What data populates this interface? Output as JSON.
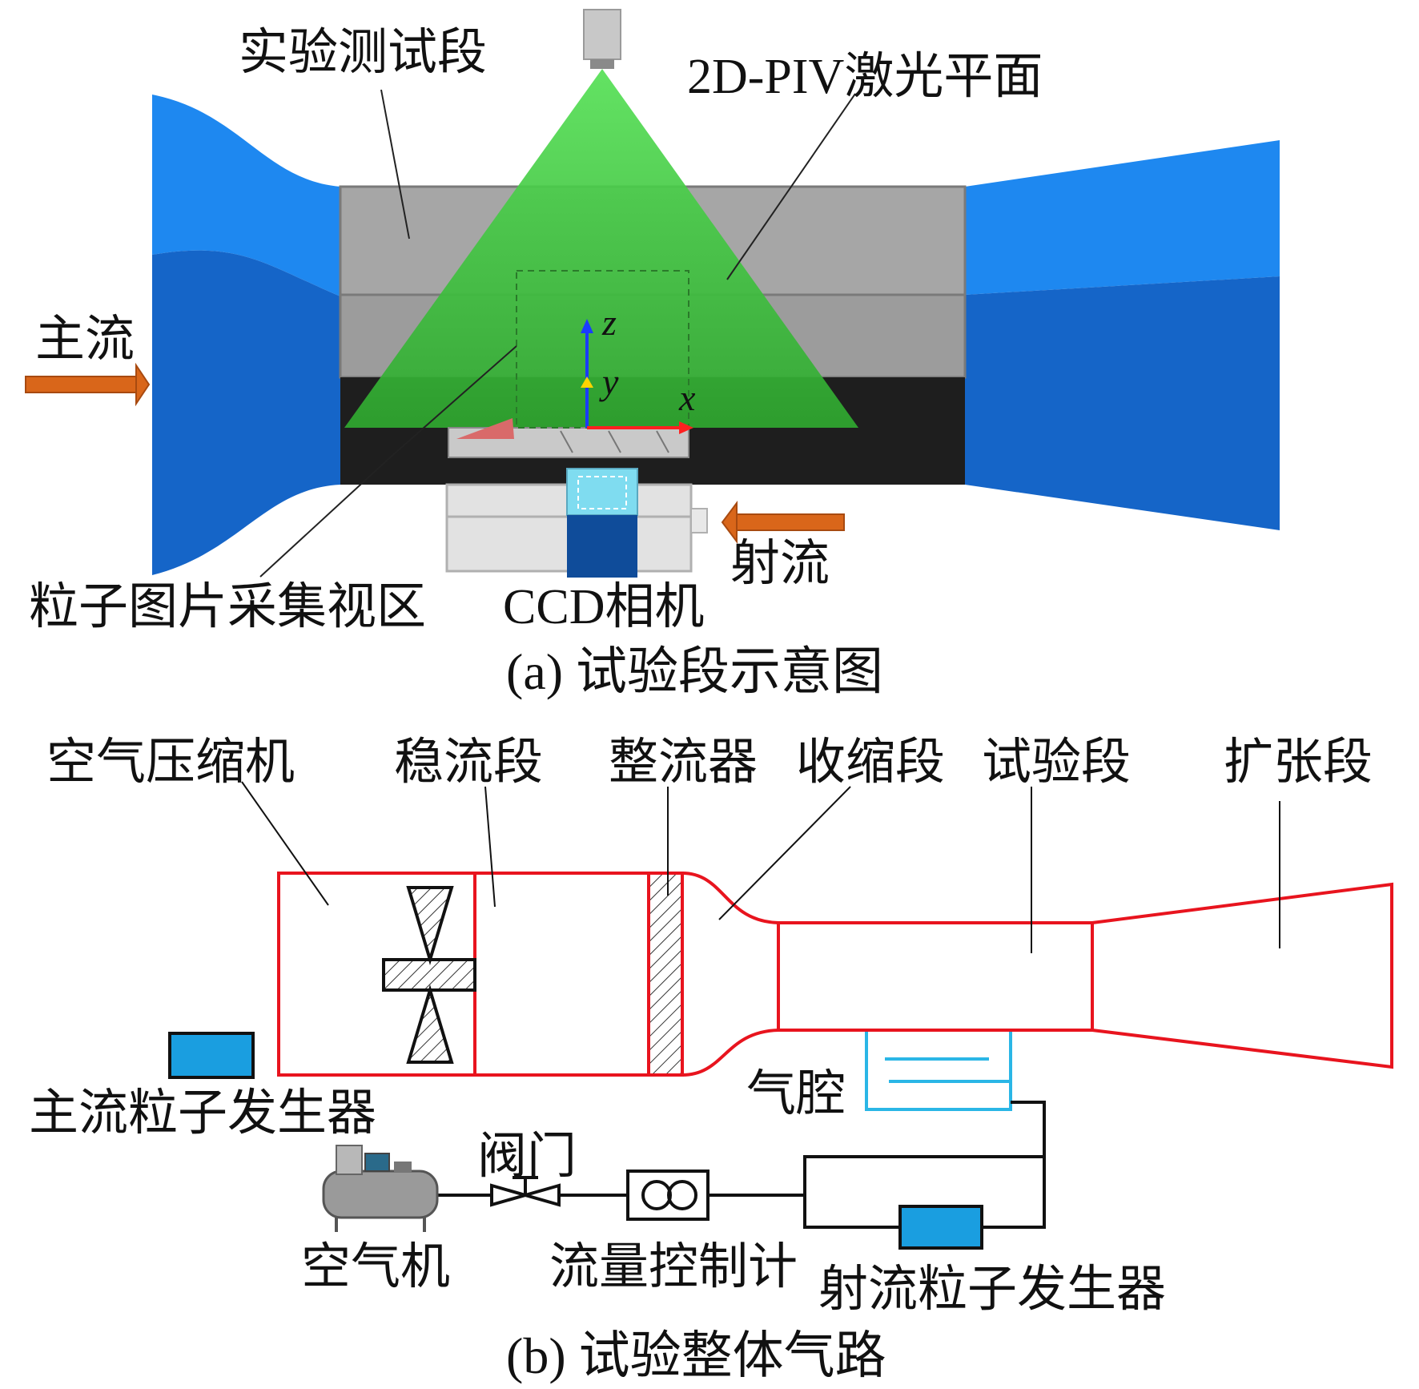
{
  "panel_a": {
    "caption": "(a) 试验段示意图",
    "labels": {
      "test_section": "实验测试段",
      "laser_plane": "2D-PIV激光平面",
      "main_flow": "主流",
      "jet": "射流",
      "field_of_view": "粒子图片采集视区",
      "ccd_camera": "CCD相机"
    },
    "axes": {
      "z": "z",
      "y": "y",
      "x": "x"
    }
  },
  "panel_b": {
    "caption": "(b) 试验整体气路",
    "labels": {
      "air_compressor": "空气压缩机",
      "settling_section": "稳流段",
      "flow_straightener": "整流器",
      "contraction_section": "收缩段",
      "test_section": "试验段",
      "diffuser_section": "扩张段",
      "main_particle_generator": "主流粒子发生器",
      "air_cavity": "气腔",
      "valve": "阀门",
      "air_machine": "空气机",
      "flow_controller": "流量控制计",
      "jet_particle_generator": "射流粒子发生器"
    }
  },
  "colors": {
    "tunnel_blue_light": "#1e88f0",
    "tunnel_blue_dark": "#1565c8",
    "laser_green": "#3cc83c",
    "arrow_orange": "#d9661a",
    "duct_red": "#e8141e",
    "cavity_cyan": "#2ab6e6",
    "generator_blue": "#1a9ee0"
  }
}
